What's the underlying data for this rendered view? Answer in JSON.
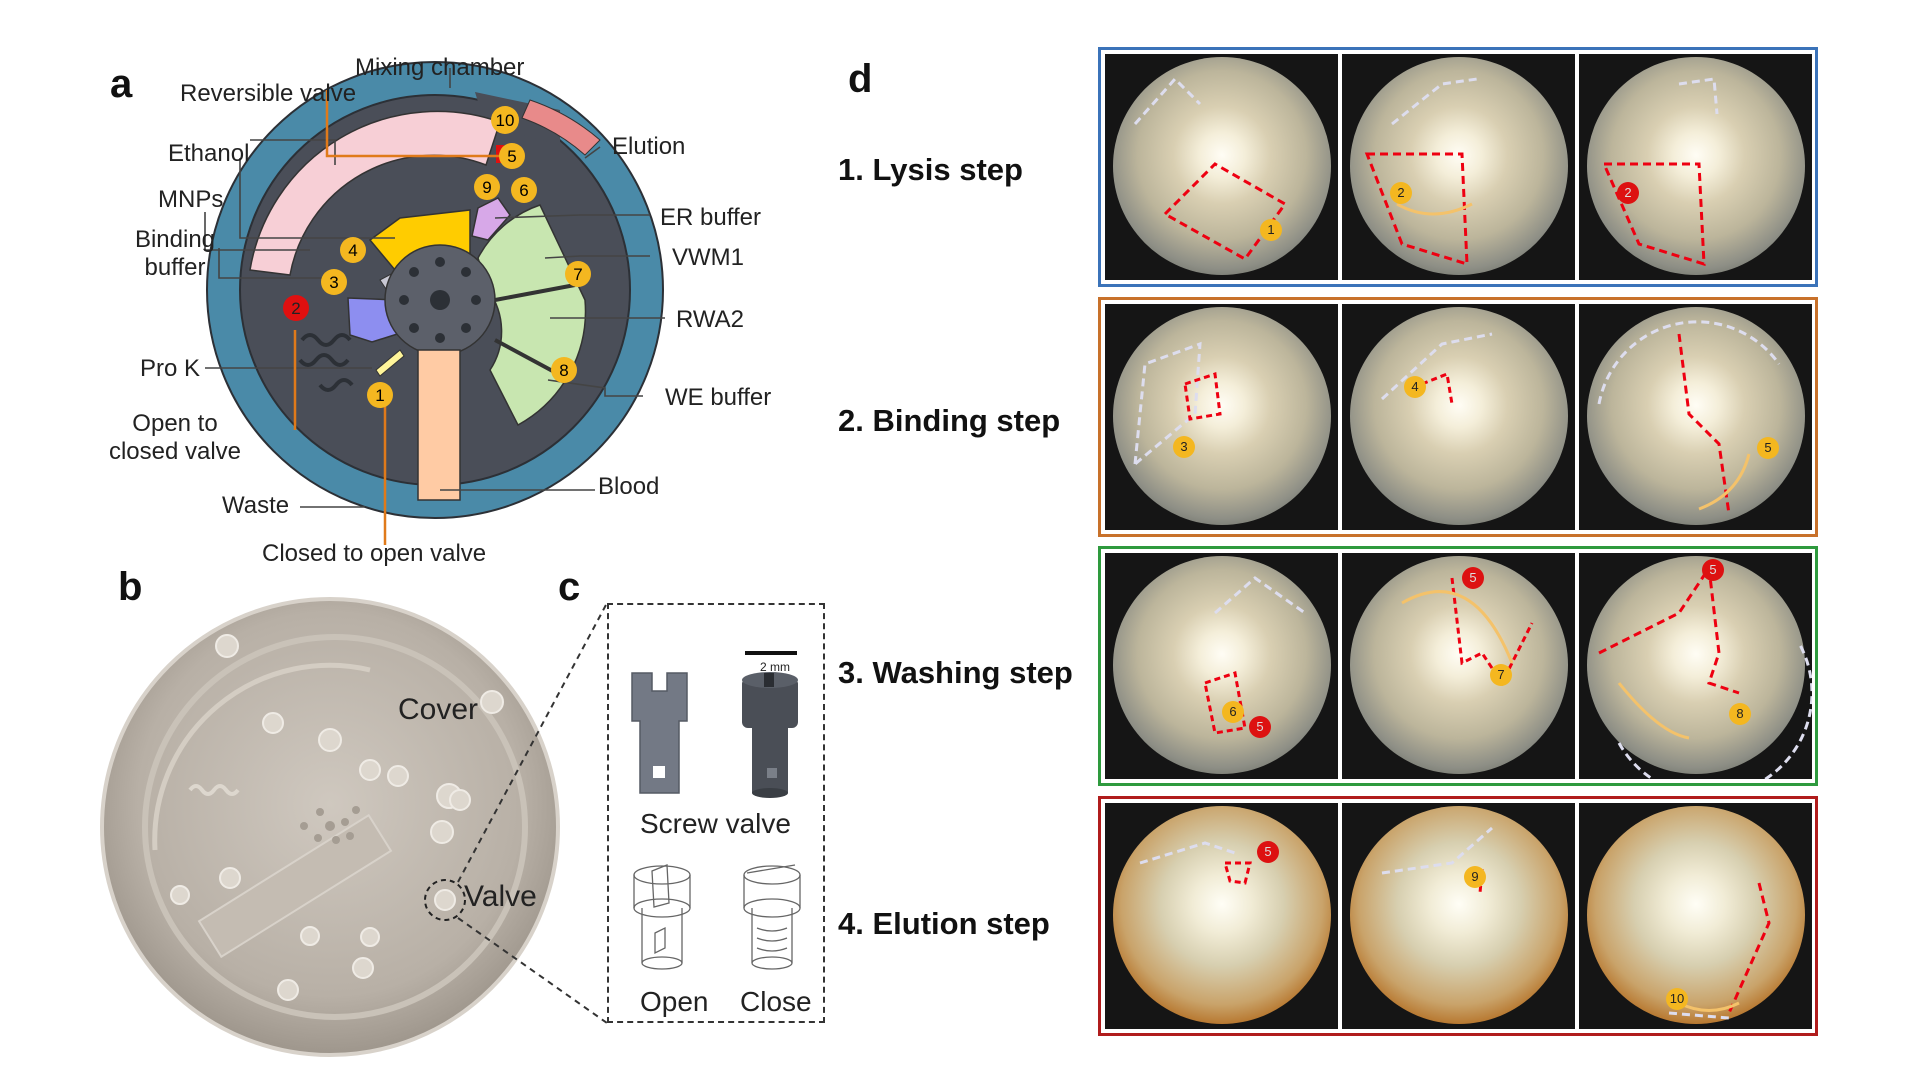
{
  "panels": {
    "a": "a",
    "b": "b",
    "c": "c",
    "d": "d"
  },
  "diagram_a": {
    "labels": {
      "mixing_chamber": "Mixing chamber",
      "reversible_valve": "Reversible valve",
      "ethanol": "Ethanol",
      "mnps": "MNPs",
      "binding_buffer_1": "Binding",
      "binding_buffer_2": "buffer",
      "pro_k": "Pro K",
      "open_to_closed_1": "Open to",
      "open_to_closed_2": "closed valve",
      "waste": "Waste",
      "closed_to_open": "Closed to open valve",
      "elution": "Elution",
      "er_buffer": "ER buffer",
      "vwm1": "VWM1",
      "rwa2": "RWA2",
      "we_buffer": "WE buffer",
      "blood": "Blood"
    },
    "markers": [
      "1",
      "2",
      "3",
      "4",
      "5",
      "6",
      "7",
      "8",
      "9",
      "10"
    ],
    "colors": {
      "outer_ring": "#4a8aa8",
      "disc": "#4a4e58",
      "ethanol": "#f7cfd6",
      "binding_buffer": "#ffcc00",
      "mnps": "#c8c8d4",
      "pro_k_chamber": "#8d8ef0",
      "pro_k": "#fff59a",
      "er_buffer": "#d7a8e8",
      "washing": "#c8e6b0",
      "blood": "#ffcba4",
      "elution": "#e88a8a",
      "marker_yellow": "#f4b720",
      "marker_red": "#e01010",
      "leader": "#e07a1a"
    }
  },
  "photo_b": {
    "cover": "Cover",
    "valve": "Valve"
  },
  "valve_c": {
    "scale": "2 mm",
    "screw_valve": "Screw valve",
    "open": "Open",
    "close": "Close"
  },
  "steps_d": [
    {
      "label": "1. Lysis step",
      "color": "#3b73b9",
      "badges": [
        "1",
        "2",
        "2"
      ]
    },
    {
      "label": "2. Binding step",
      "color": "#c8712a",
      "badges": [
        "3",
        "4",
        "5"
      ]
    },
    {
      "label": "3. Washing step",
      "color": "#2e9a3e",
      "badges": [
        "6",
        "7",
        "8"
      ]
    },
    {
      "label": "4. Elution step",
      "color": "#b01c1c",
      "badges": [
        "5",
        "9",
        "10"
      ]
    }
  ],
  "extra_badges": [
    "5",
    "5",
    "5"
  ]
}
